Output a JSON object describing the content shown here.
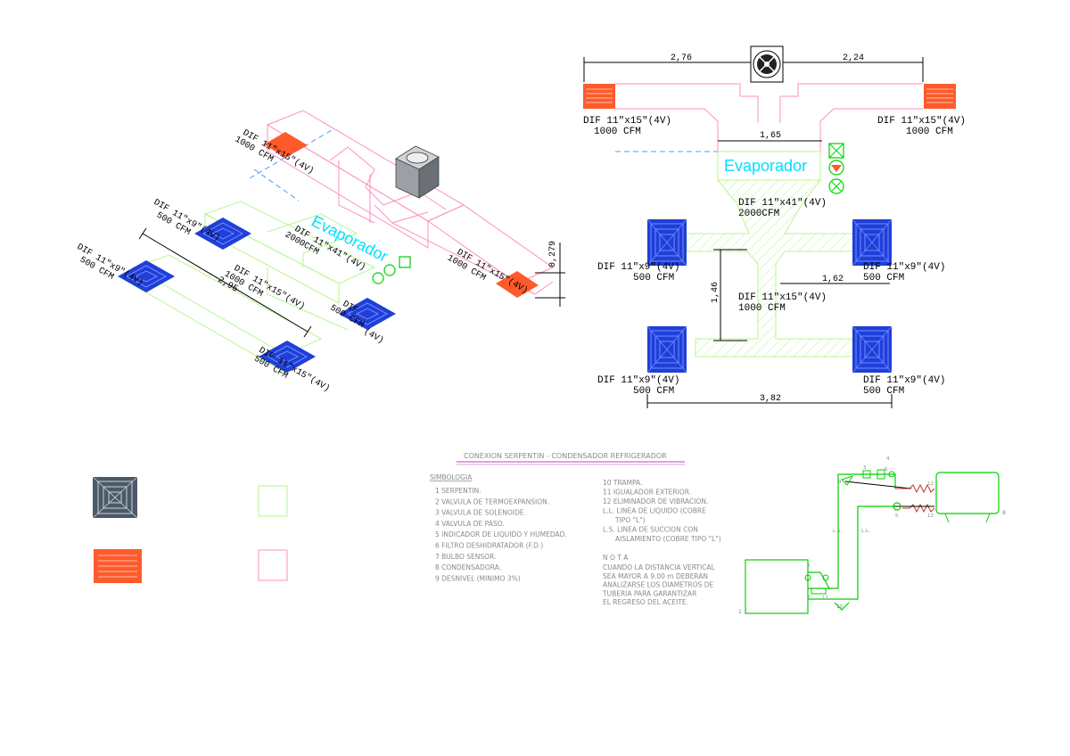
{
  "plan": {
    "dims": {
      "top_left": "2,76",
      "top_right": "2,24",
      "mid": "1,65",
      "right": "1,62",
      "vertical": "1,46",
      "bottom": "3,82"
    },
    "evaporator_label": "Evaporador",
    "dif_top_left": [
      "DIF 11\"x15\"(4V)",
      "1000 CFM"
    ],
    "dif_top_right": [
      "DIF 11\"x15\"(4V)",
      "1000 CFM"
    ],
    "dif_trunk": [
      "DIF 11\"x41\"(4V)",
      "2000CFM"
    ],
    "dif_mid_left": [
      "DIF 11\"x9\"(4V)",
      "500 CFM"
    ],
    "dif_mid_right": [
      "DIF 11\"x9\"(4V)",
      "500 CFM"
    ],
    "dif_center": [
      "DIF 11\"x15\"(4V)",
      "1000 CFM"
    ],
    "dif_bot_left": [
      "DIF 11\"x9\"(4V)",
      "500 CFM"
    ],
    "dif_bot_right": [
      "DIF 11\"x9\"(4V)",
      "500 CFM"
    ]
  },
  "iso": {
    "evaporator_label": "Evaporador",
    "dim_height": "0,279",
    "dim_diag": "2,95",
    "labels": {
      "top_red": [
        "DIF 11\"x15\"(4V)",
        "1000 CFM"
      ],
      "left_blue_top": [
        "DIF 11\"x9\"(4V)",
        "500 CFM"
      ],
      "left_blue_far": [
        "DIF 11\"x9\"(4V)",
        "500 CFM"
      ],
      "trunk": [
        "DIF 11\"x41\"(4V)",
        "2000CFM"
      ],
      "center": [
        "DIF 11\"x15\"(4V)",
        "1000 CFM"
      ],
      "right_red": [
        "DIF 11\"x15\"(4V)",
        "1000 CFM"
      ],
      "right_blue": [
        "DIF",
        "500 CFM",
        "(4V)"
      ],
      "bottom_blue": [
        "DIF 11\"x15\"(4V)",
        "500 CFM"
      ]
    }
  },
  "schematic": {
    "title": "CONEXION SERPENTIN - CONDENSADOR REFRIGERADOR",
    "legend_heading": "SIMBOLOGIA",
    "legend_left": [
      "1 SERPENTIN.",
      "2 VALVULA DE TERMOEXPANSION.",
      "3 VALVULA DE SOLENOIDE.",
      "4 VALVULA DE PASO.",
      "5 INDICADOR DE LIQUIDO Y HUMEDAD.",
      "6 FILTRO DESHIDRATADOR (F.D.)",
      "7 BULBO SENSOR.",
      "8 CONDENSADORA.",
      "9 DESNIVEL (MINIMO 3%)"
    ],
    "legend_right": [
      "10 TRAMPA.",
      "11 IGUALADOR EXTERIOR.",
      "12 ELIMINADOR DE VIBRACION.",
      "L.L. LINEA DE LIQUIDO (COBRE",
      "TIPO \"L\")",
      "L.S. LINEA DE SUCCION CON",
      "AISLAMIENTO (COBRE TIPO \"L\")"
    ],
    "note_heading": "N O T A",
    "note_lines": [
      "CUANDO LA DISTANCIA VERTICAL",
      "SEA MAYOR A 9.00 m DEBERAN",
      "ANALIZARSE LOS DIAMETROS DE",
      "TUBERIA PARA GARANTIZAR",
      "EL REGRESO DEL ACEITE."
    ],
    "piping_labels": {
      "ls": "L.S.",
      "ll": "L.L.",
      "n1": "1",
      "n8": "8",
      "n9": "9",
      "n10": "10",
      "n12a": "12",
      "n12b": "12",
      "n3": "3",
      "n4": "4",
      "n5": "5",
      "n6": "6",
      "n7": "7",
      "n2": "2",
      "n11": "11"
    }
  },
  "colors": {
    "blue": "#1f3fd8",
    "red": "#ff5a2c",
    "pink": "#ff8fc0",
    "green": "#9cff6a",
    "cyan": "#00e0ff",
    "gray_unit": "#4c5a66",
    "bright_green": "#00d000"
  }
}
